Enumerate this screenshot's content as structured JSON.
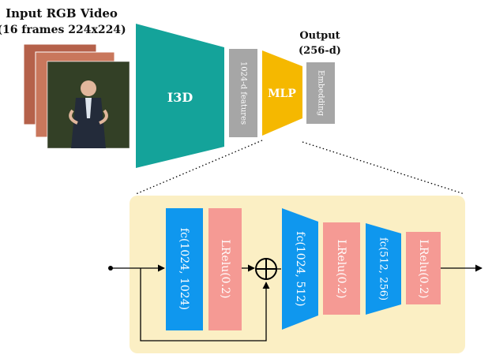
{
  "input": {
    "title_line1": "Input RGB Video",
    "title_line2": "(16 frames 224x224)"
  },
  "output": {
    "title_line1": "Output",
    "title_line2": "(256-d)"
  },
  "pipeline": {
    "i3d_label": "I3D",
    "features_label": "1024-d features",
    "mlp_label": "MLP",
    "embedding_label": "Embedding"
  },
  "mlp_detail": {
    "fc1_label": "fc(1024, 1024)",
    "lrelu1_label": "LRelu(0.2)",
    "fc2_label": "fc(1024, 512)",
    "lrelu2_label": "LRelu(0.2)",
    "fc3_label": "fc(512, 256)",
    "lrelu3_label": "LRelu(0.2)"
  },
  "colors": {
    "i3d": "#14a39a",
    "mlp": "#f5b800",
    "gray_box": "#a6a6a6",
    "fc_blue": "#0f97ee",
    "lrelu_pink": "#f59a94",
    "detail_bg": "#fbefc4"
  }
}
